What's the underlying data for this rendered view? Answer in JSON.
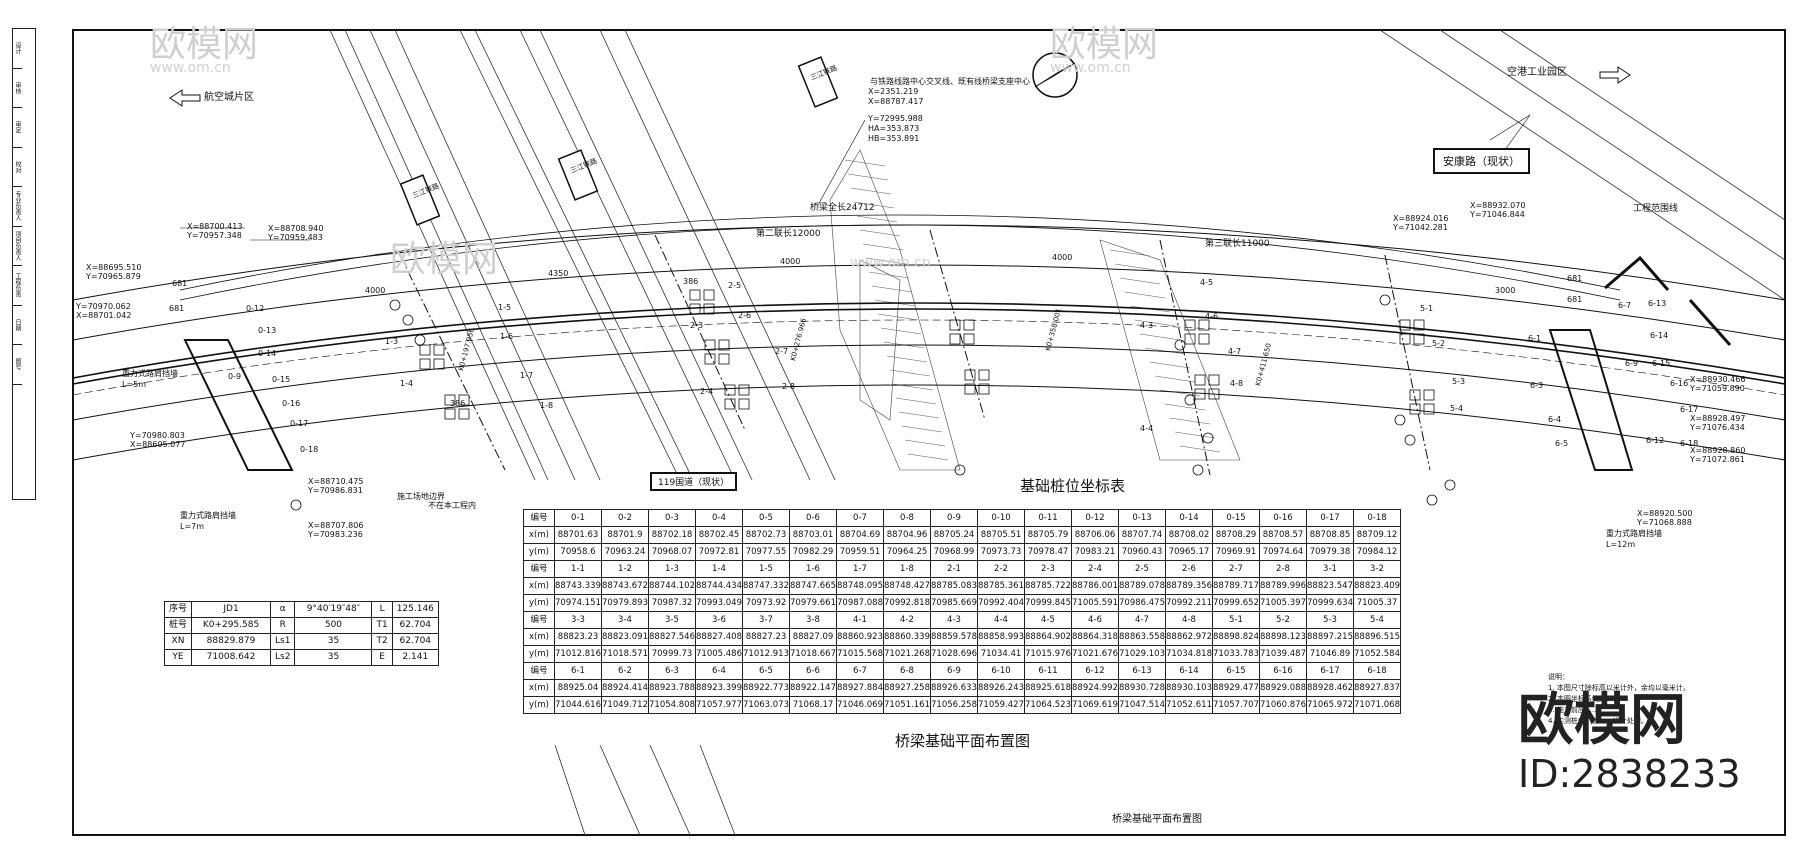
{
  "drawing": {
    "west_direction": "航空城片区",
    "east_direction": "空港工业园区",
    "road_existing": "安康路（现状）",
    "road_119": "119国道（现状）",
    "bridge_total_length": "桥梁全长24712",
    "span_group_1": "第二联长12000",
    "span_group_2": "第三联长11000",
    "railway_labels": [
      "三江铁路",
      "三江铁路",
      "三江铁路"
    ],
    "coord_table_title": "基础桩位坐标表",
    "plan_title": "桥梁基础平面布置图",
    "bottom_caption": "桥梁基础平面布置图",
    "existing_road_label": "工程范围线",
    "annotations": [
      {
        "text": "X=88700.413"
      },
      {
        "text": "Y=70957.348"
      },
      {
        "text": "X=88708.940"
      },
      {
        "text": "Y=70959.483"
      },
      {
        "text": "X=88695.510"
      },
      {
        "text": "Y=70965.879"
      },
      {
        "text": "Y=70970.062"
      },
      {
        "text": "X=88701.042"
      },
      {
        "text": "Y=70980.803"
      },
      {
        "text": "X=88695.077"
      },
      {
        "text": "X=88710.475"
      },
      {
        "text": "Y=70986.831"
      },
      {
        "text": "X=88707.806"
      },
      {
        "text": "Y=70983.236"
      },
      {
        "text": "X=88924.016"
      },
      {
        "text": "Y=71042.281"
      },
      {
        "text": "X=88932.070"
      },
      {
        "text": "Y=71046.844"
      },
      {
        "text": "X=88930.466"
      },
      {
        "text": "Y=71059.890"
      },
      {
        "text": "X=88928.497"
      },
      {
        "text": "Y=71076.434"
      },
      {
        "text": "X=88928.860"
      },
      {
        "text": "Y=71072.861"
      },
      {
        "text": "X=88920.500"
      },
      {
        "text": "Y=71068.888"
      },
      {
        "text": "重力式路肩挡墙"
      },
      {
        "text": "L=5m"
      },
      {
        "text": "重力式路肩挡墙"
      },
      {
        "text": "L=7m"
      },
      {
        "text": "重力式路肩挡墙"
      },
      {
        "text": "L=12m"
      },
      {
        "text": "施工场地边界"
      },
      {
        "text": "不在本工程内"
      },
      {
        "text": "与铁路线路中心交叉线、既有线桥梁支座中心"
      },
      {
        "text": "X=88787.417"
      },
      {
        "text": "Y=72995.988"
      },
      {
        "text": "HA=353.873"
      },
      {
        "text": "HB=353.891"
      },
      {
        "text": "X=2351.219"
      }
    ],
    "dims": [
      "4000",
      "4350",
      "4000",
      "4000",
      "3000",
      "681",
      "681",
      "681",
      "681",
      "386",
      "386"
    ],
    "pile_labels": [
      "0-12",
      "0-13",
      "0-14",
      "0-15",
      "0-16",
      "0-17",
      "0-18",
      "0-9",
      "1-5",
      "1-6",
      "1-7",
      "1-8",
      "1-3",
      "1-4",
      "2-5",
      "2-6",
      "2-7",
      "2-8",
      "2-3",
      "2-4",
      "4-5",
      "4-6",
      "4-7",
      "4-8",
      "4-3",
      "4-4",
      "5-1",
      "5-2",
      "5-3",
      "5-4",
      "6-7",
      "6-13",
      "6-14",
      "6-15",
      "6-16",
      "6-17",
      "6-18",
      "6-12",
      "6-9",
      "6-3",
      "6-4",
      "6-5",
      "6-1"
    ],
    "stations": [
      "K0+197.956",
      "K0+276.966",
      "K0+358.001",
      "K0+411.650"
    ],
    "side_strip": [
      "设计",
      "审核",
      "审定",
      "校对",
      "专业负责人",
      "项目负责人",
      "工程负责",
      "日期",
      "图号"
    ],
    "notes_title": "说明：",
    "notes": [
      "1. 本图尺寸除标高以米计外，余均以毫米计。",
      "2. 本图坐标系统为……",
      "3. 施工前应……",
      "4. 实测桩位，若……设计处理。"
    ],
    "watermarks": [
      "欧模网",
      "www.om.cn",
      "欧模网",
      "www.om.cn",
      "欧模网",
      "www.om.cn"
    ],
    "brand_big": "欧模网",
    "brand_id": "ID:2838233"
  },
  "jd_table": {
    "rows": [
      [
        "序号",
        "JD1",
        "α",
        "9°40′19″48″",
        "L",
        "125.146"
      ],
      [
        "桩号",
        "K0+295.585",
        "R",
        "500",
        "T1",
        "62.704"
      ],
      [
        "XN",
        "88829.879",
        "Ls1",
        "35",
        "T2",
        "62.704"
      ],
      [
        "YE",
        "71008.642",
        "Ls2",
        "35",
        "E",
        "2.141"
      ]
    ]
  },
  "coord_table": {
    "groups": [
      {
        "ids": [
          "编号",
          "0-1",
          "0-2",
          "0-3",
          "0-4",
          "0-5",
          "0-6",
          "0-7",
          "0-8",
          "0-9",
          "0-10",
          "0-11",
          "0-12",
          "0-13",
          "0-14",
          "0-15",
          "0-16",
          "0-17",
          "0-18"
        ],
        "x": [
          "x(m)",
          "88701.63",
          "88701.9",
          "88702.18",
          "88702.45",
          "88702.73",
          "88703.01",
          "88704.69",
          "88704.96",
          "88705.24",
          "88705.51",
          "88705.79",
          "88706.06",
          "88707.74",
          "88708.02",
          "88708.29",
          "88708.57",
          "88708.85",
          "88709.12"
        ],
        "y": [
          "y(m)",
          "70958.6",
          "70963.24",
          "70968.07",
          "70972.81",
          "70977.55",
          "70982.29",
          "70959.51",
          "70964.25",
          "70968.99",
          "70973.73",
          "70978.47",
          "70983.21",
          "70960.43",
          "70965.17",
          "70969.91",
          "70974.64",
          "70979.38",
          "70984.12"
        ]
      },
      {
        "ids": [
          "编号",
          "1-1",
          "1-2",
          "1-3",
          "1-4",
          "1-5",
          "1-6",
          "1-7",
          "1-8",
          "2-1",
          "2-2",
          "2-3",
          "2-4",
          "2-5",
          "2-6",
          "2-7",
          "2-8",
          "3-1",
          "3-2"
        ],
        "x": [
          "x(m)",
          "88743.339",
          "88743.672",
          "88744.102",
          "88744.434",
          "88747.332",
          "88747.665",
          "88748.095",
          "88748.427",
          "88785.083",
          "88785.361",
          "88785.722",
          "88786.001",
          "88789.078",
          "88789.356",
          "88789.717",
          "88789.996",
          "88823.547",
          "88823.409"
        ],
        "y": [
          "y(m)",
          "70974.151",
          "70979.893",
          "70987.32",
          "70993.049",
          "70973.92",
          "70979.661",
          "70987.088",
          "70992.818",
          "70985.669",
          "70992.404",
          "70999.845",
          "71005.591",
          "70986.475",
          "70992.211",
          "70999.652",
          "71005.397",
          "70999.634",
          "71005.37"
        ]
      },
      {
        "ids": [
          "编号",
          "3-3",
          "3-4",
          "3-5",
          "3-6",
          "3-7",
          "3-8",
          "4-1",
          "4-2",
          "4-3",
          "4-4",
          "4-5",
          "4-6",
          "4-7",
          "4-8",
          "5-1",
          "5-2",
          "5-3",
          "5-4"
        ],
        "x": [
          "x(m)",
          "88823.23",
          "88823.091",
          "88827.546",
          "88827.408",
          "88827.23",
          "88827.09",
          "88860.923",
          "88860.339",
          "88859.578",
          "88858.993",
          "88864.902",
          "88864.318",
          "88863.558",
          "88862.972",
          "88898.824",
          "88898.123",
          "88897.215",
          "88896.515"
        ],
        "y": [
          "y(m)",
          "71012.816",
          "71018.571",
          "70999.73",
          "71005.486",
          "71012.913",
          "71018.667",
          "71015.568",
          "71021.268",
          "71028.696",
          "71034.41",
          "71015.976",
          "71021.676",
          "71029.103",
          "71034.818",
          "71033.783",
          "71039.487",
          "71046.89",
          "71052.584"
        ]
      },
      {
        "ids": [
          "编号",
          "6-1",
          "6-2",
          "6-3",
          "6-4",
          "6-5",
          "6-6",
          "6-7",
          "6-8",
          "6-9",
          "6-10",
          "6-11",
          "6-12",
          "6-13",
          "6-14",
          "6-15",
          "6-16",
          "6-17",
          "6-18"
        ],
        "x": [
          "x(m)",
          "88925.04",
          "88924.414",
          "88923.788",
          "88923.399",
          "88922.773",
          "88922.147",
          "88927.884",
          "88927.258",
          "88926.633",
          "88926.243",
          "88925.618",
          "88924.992",
          "88930.728",
          "88930.103",
          "88929.477",
          "88929.088",
          "88928.462",
          "88927.837"
        ],
        "y": [
          "y(m)",
          "71044.616",
          "71049.712",
          "71054.808",
          "71057.977",
          "71063.073",
          "71068.17",
          "71046.069",
          "71051.161",
          "71056.258",
          "71059.427",
          "71064.523",
          "71069.619",
          "71047.514",
          "71052.611",
          "71057.707",
          "71060.876",
          "71065.972",
          "71071.068"
        ]
      }
    ]
  }
}
